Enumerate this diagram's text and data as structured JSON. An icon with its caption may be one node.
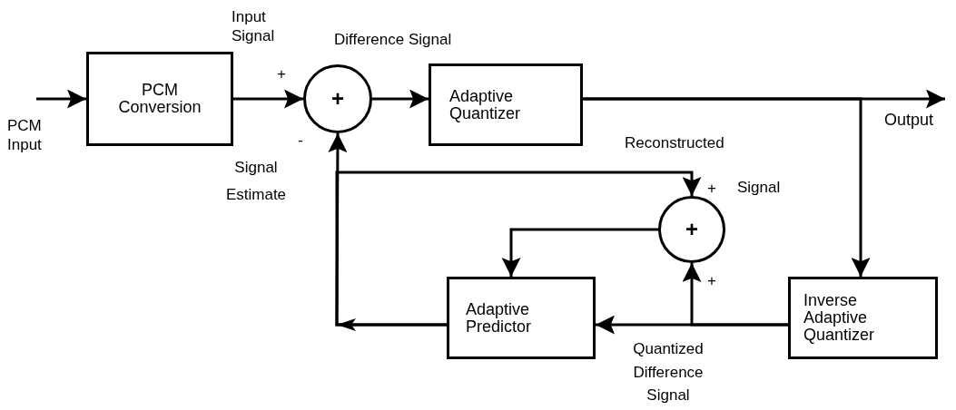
{
  "diagram": {
    "nodes": [
      {
        "text": [
          "PCM Conversion"
        ]
      },
      {
        "text": [
          "+"
        ]
      },
      {
        "text": [
          "Adaptive Quantizer"
        ]
      },
      {
        "text": [
          "+"
        ]
      },
      {
        "text": [
          "Adaptive Predictor"
        ]
      },
      {
        "text": [
          "Inverse Adaptive Quantizer"
        ]
      },
      {
        "text": [
          "Output"
        ]
      }
    ],
    "edges": [
      {
        "from": null,
        "to": 0,
        "arrow": "to"
      },
      {
        "from": 0,
        "to": 1,
        "arrow": "to"
      },
      {
        "from": 1,
        "to": 2,
        "arrow": "to"
      },
      {
        "from": 2,
        "to": 6,
        "arrow": "to"
      },
      {
        "from": 2,
        "to": 5,
        "arrow": "to"
      },
      {
        "from": 5,
        "to": 4,
        "arrow": "to"
      },
      {
        "from": 5,
        "to": 3,
        "arrow": "to"
      },
      {
        "from": 3,
        "to": 4,
        "arrow": "to"
      },
      {
        "from": 4,
        "to": 1,
        "arrow": "to"
      },
      {
        "from": 4,
        "to": 3,
        "arrow": "to"
      }
    ],
    "labels": [
      "Input Signal",
      "Difference Signal",
      "+",
      "PCM Input",
      "-",
      "Signal Estimate",
      "Reconstructed",
      "+",
      "Signal",
      "+",
      "Quantized Difference Signal"
    ]
  }
}
